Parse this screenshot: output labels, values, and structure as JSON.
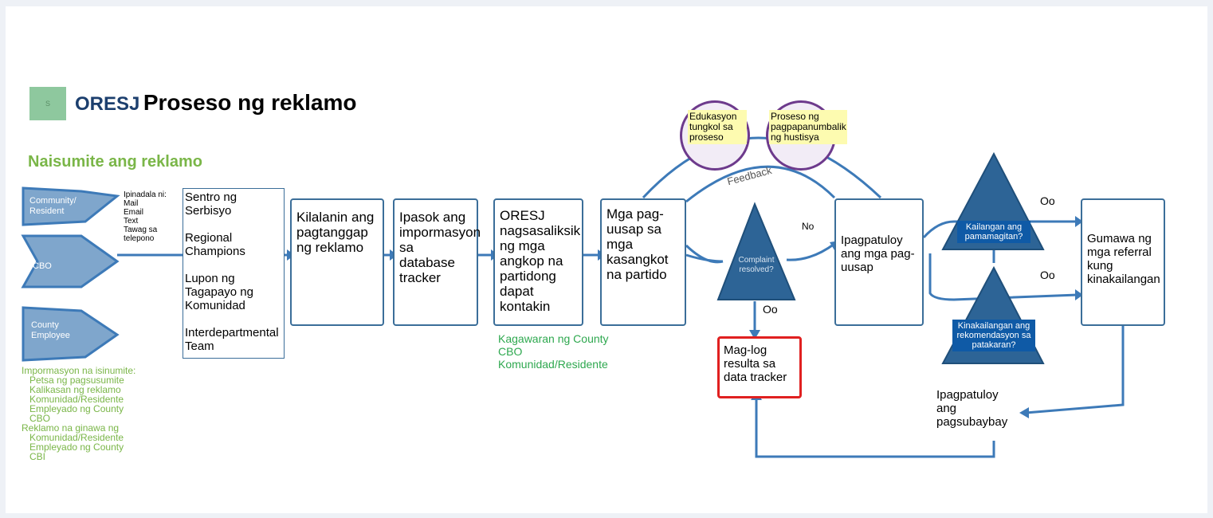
{
  "title": {
    "brand": "ORESJ",
    "text": "Proseso ng reklamo"
  },
  "logo_label": "S",
  "subtitle": "Naisumite ang reklamo",
  "sources": [
    {
      "label": "Community/ Resident"
    },
    {
      "label": "CBO"
    },
    {
      "label": "County Employee"
    }
  ],
  "submitted_via": {
    "heading": "Ipinadala ni:",
    "items": [
      "Mail",
      "Email",
      "Text",
      "Tawag sa telepono"
    ]
  },
  "service_box": [
    "Sentro ng Serbisyo",
    "Regional Champions",
    "Lupon ng Tagapayo ng Komunidad",
    "Interdepartmental Team"
  ],
  "steps": {
    "acknowledge": "Kilalanin ang pagtanggap ng reklamo",
    "database": "Ipasok ang impormasyon sa database tracker",
    "research": "ORESJ nagsasaliksik ng mga angkop na partidong dapat kontakin",
    "discussions": "Mga pag-uusap sa mga kasangkot na partido",
    "continue_talks": "Ipagpatuloy ang mga pag-uusap",
    "referrals": "Gumawa ng mga referral kung kinakailangan",
    "log_results": "Mag-log resulta sa data tracker",
    "continue_monitor": "Ipagpatuloy ang pagsubaybay"
  },
  "research_parties": [
    "Kagawaran ng County",
    "CBO",
    "Komunidad/Residente"
  ],
  "circles": {
    "education": "Edukasyon tungkol sa proseso",
    "justice": "Proseso ng pagpapanumbalik ng hustisya"
  },
  "feedback_label": "Feedback",
  "decisions": {
    "resolved": "Complaint resolved?",
    "mediation": "Kailangan ang pamamagitan?",
    "policy": "Kinakailangan ang rekomendasyon sa patakaran?"
  },
  "edge_labels": {
    "no": "No",
    "yes1": "Oo",
    "yes2": "Oo",
    "yes3": "Oo"
  },
  "info_submitted": {
    "heading": "Impormasyon na isinumite:",
    "items": [
      "Petsa ng pagsusumite",
      "Kalikasan ng reklamo",
      "Komunidad/Residente",
      "Empleyado ng County",
      "CBO"
    ],
    "heading2": "Reklamo na ginawa ng",
    "items2": [
      "Komunidad/Residente",
      "Empleyado ng County",
      "CBI"
    ]
  },
  "colors": {
    "arrow": "#3d7ab8",
    "triangle": "#2d6496",
    "box_border": "#3b6e99",
    "green": "#7ab648",
    "red": "#e02020"
  }
}
